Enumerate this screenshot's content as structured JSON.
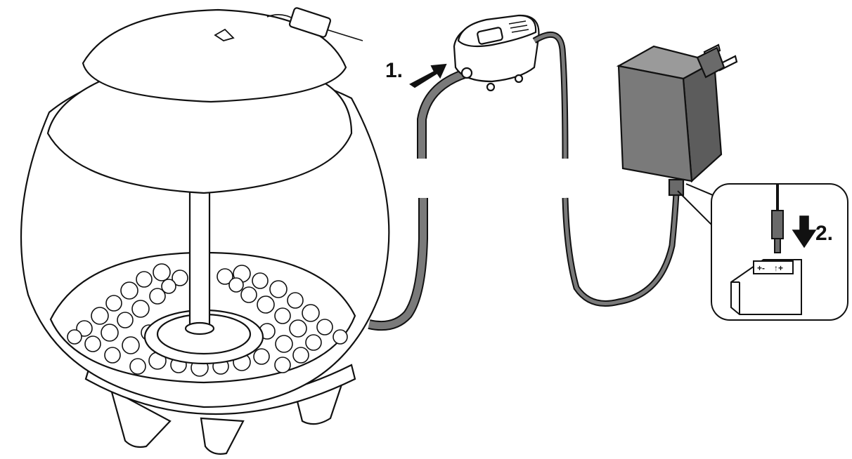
{
  "steps": [
    {
      "number": "1.",
      "action": "arrow-into-air-pump-inlet"
    },
    {
      "number": "2.",
      "action": "arrow-down-into-power-socket"
    }
  ],
  "socket_symbols": [
    "+-",
    "↑+"
  ],
  "colors": {
    "line": "#111111",
    "fill_light": "#ffffff",
    "fill_grey": "#7a7a7a",
    "fill_dark_grey": "#5c5c5c",
    "background": "#ffffff"
  },
  "icons": [
    "aquarium-icon",
    "air-pump-icon",
    "power-adapter-icon",
    "power-socket-icon"
  ]
}
